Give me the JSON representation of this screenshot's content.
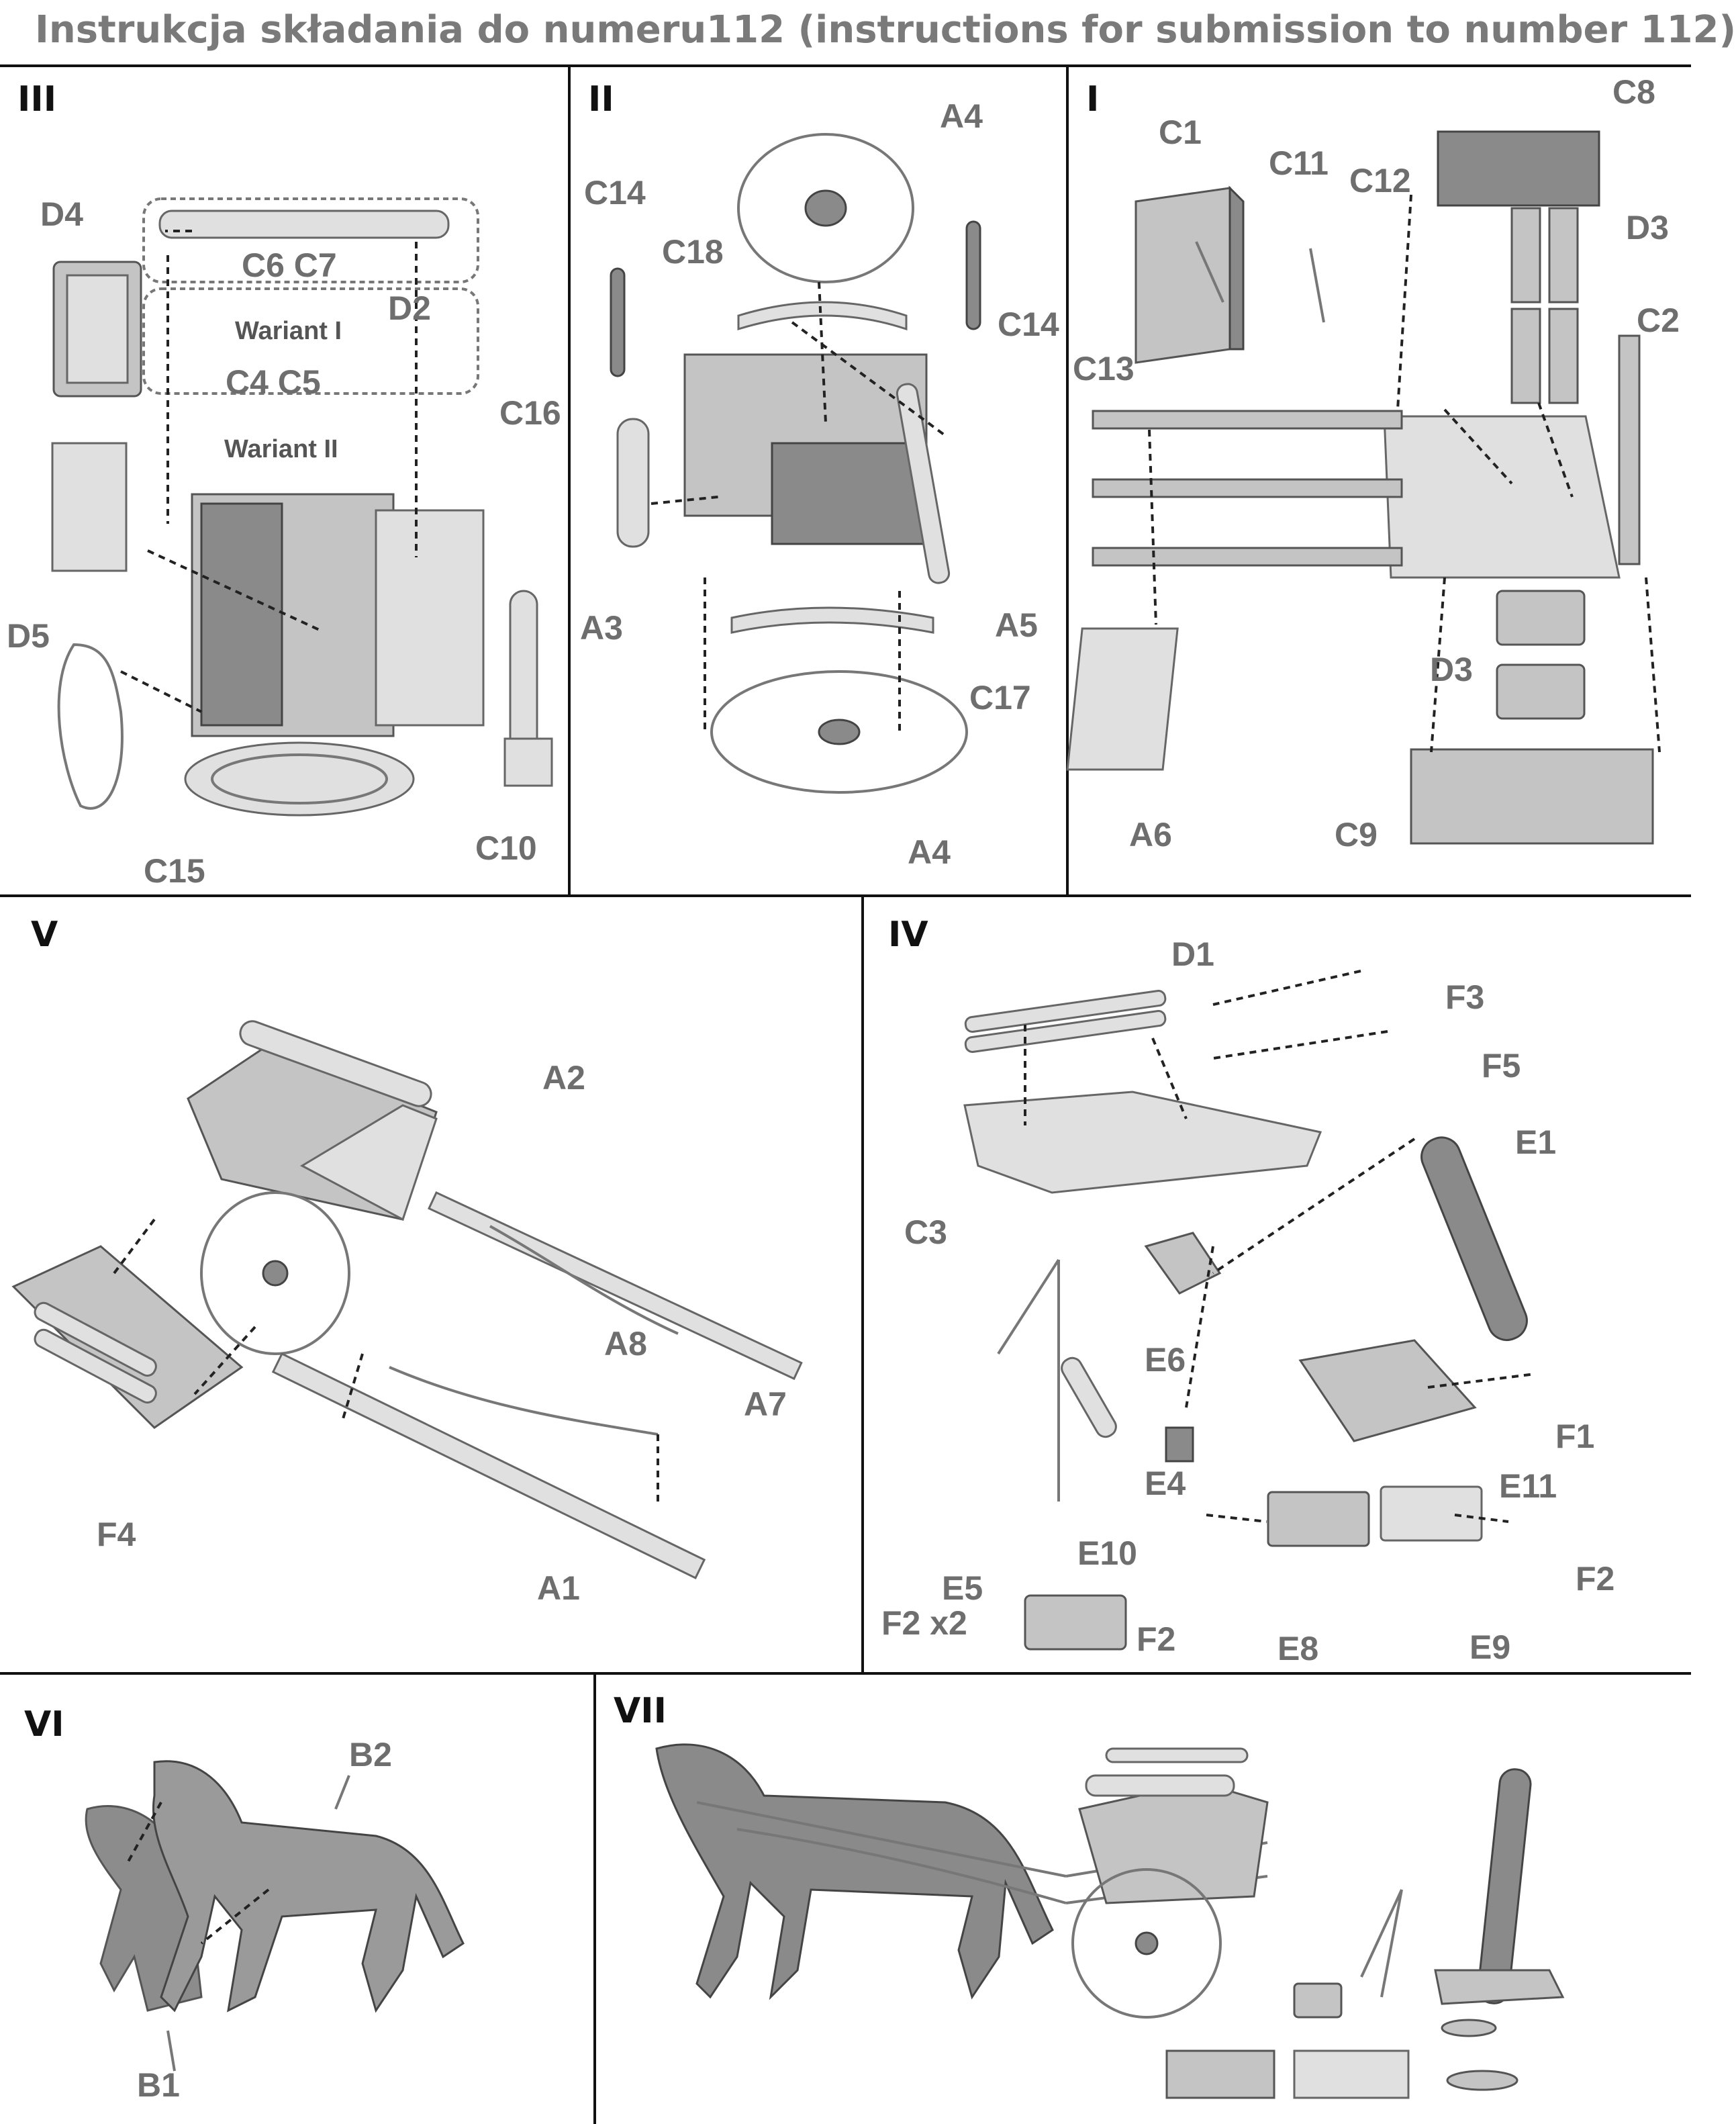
{
  "header": {
    "title": "Instrukcja składania do numeru112 (instructions for submission to number 112)"
  },
  "panels": {
    "III": {
      "numeral": "III",
      "labels": {
        "D4": "D4",
        "C6C7": "C6 C7",
        "D2": "D2",
        "wariant1": "Wariant I",
        "C4C5": "C4 C5",
        "wariant2": "Wariant II",
        "C16": "C16",
        "D5": "D5",
        "C15": "C15",
        "C10": "C10"
      }
    },
    "II": {
      "numeral": "II",
      "labels": {
        "A4a": "A4",
        "C14a": "C14",
        "C18": "C18",
        "C14b": "C14",
        "A3": "A3",
        "A5": "A5",
        "C17": "C17",
        "A4b": "A4"
      }
    },
    "I": {
      "numeral": "I",
      "labels": {
        "C8": "C8",
        "C1": "C1",
        "C11": "C11",
        "C12": "C12",
        "D3a": "D3",
        "C2": "C2",
        "C13": "C13",
        "D3b": "D3",
        "A6": "A6",
        "C9": "C9"
      }
    },
    "V": {
      "numeral": "V",
      "labels": {
        "A2": "A2",
        "A8": "A8",
        "A7": "A7",
        "F4": "F4",
        "A1": "A1"
      }
    },
    "IV": {
      "numeral": "IV",
      "labels": {
        "D1": "D1",
        "F3": "F3",
        "F5": "F5",
        "E1": "E1",
        "C3": "C3",
        "E6": "E6",
        "F1": "F1",
        "E4": "E4",
        "E11": "E11",
        "E10": "E10",
        "E5": "E5",
        "F2x2": "F2 x2",
        "F2a": "F2",
        "E8": "E8",
        "E9": "E9",
        "F2b": "F2"
      }
    },
    "VI": {
      "numeral": "VI",
      "labels": {
        "B2": "B2",
        "B1": "B1"
      }
    },
    "VII": {
      "numeral": "VII"
    }
  }
}
